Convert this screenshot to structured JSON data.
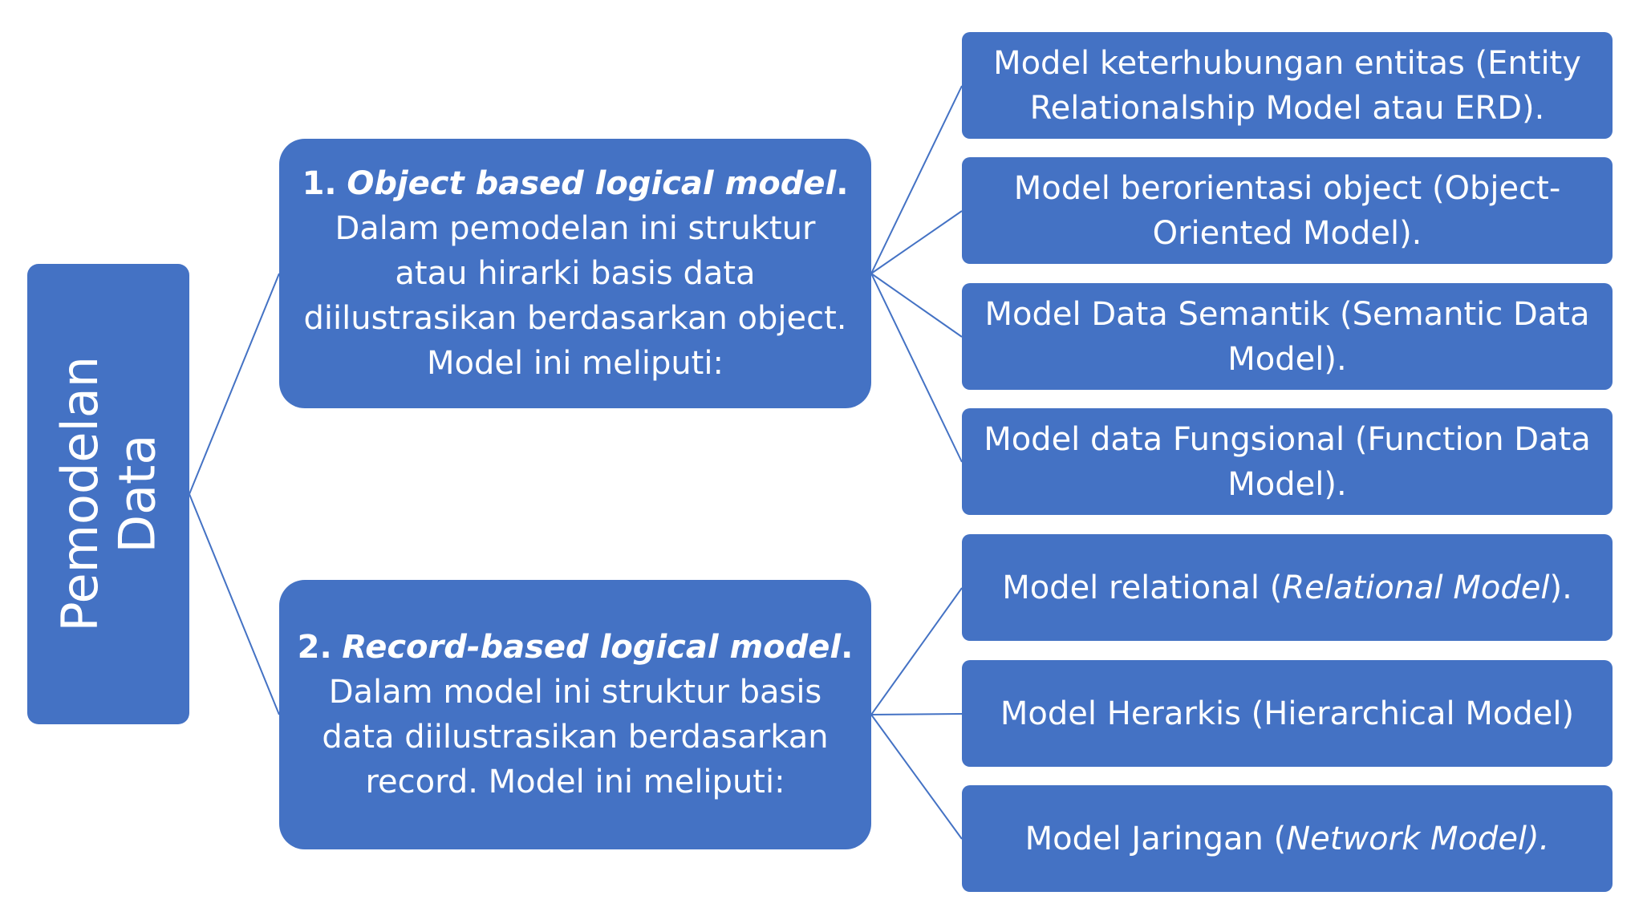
{
  "root": {
    "line1": "Pemodelan",
    "line2": "Data"
  },
  "branch1": {
    "number": "1.",
    "title": "Object based logical model",
    "period": ".",
    "desc": "Dalam pemodelan ini struktur atau hirarki basis data diilustrasikan berdasarkan object. Model ini meliputi:",
    "items": [
      "Model keterhubungan entitas (Entity Relationalship Model atau ERD).",
      "Model berorientasi object (Object-Oriented Model).",
      "Model Data Semantik (Semantic Data Model).",
      "Model data Fungsional (Function Data Model)."
    ]
  },
  "branch2": {
    "number": "2.",
    "title": "Record-based logical model",
    "period": ".",
    "desc": "Dalam model ini struktur basis data diilustrasikan berdasarkan record. Model ini meliputi:",
    "items": [
      {
        "pre": "Model relational (",
        "it": "Relational Model",
        "post": ")."
      },
      {
        "pre": "Model Herarkis (Hierarchical Model)",
        "it": "",
        "post": ""
      },
      {
        "pre": "Model Jaringan (",
        "it": "Network Model).",
        "post": ""
      }
    ]
  },
  "colors": {
    "box_fill": "#4472c4",
    "text": "#ffffff",
    "connector": "#4472c4"
  }
}
